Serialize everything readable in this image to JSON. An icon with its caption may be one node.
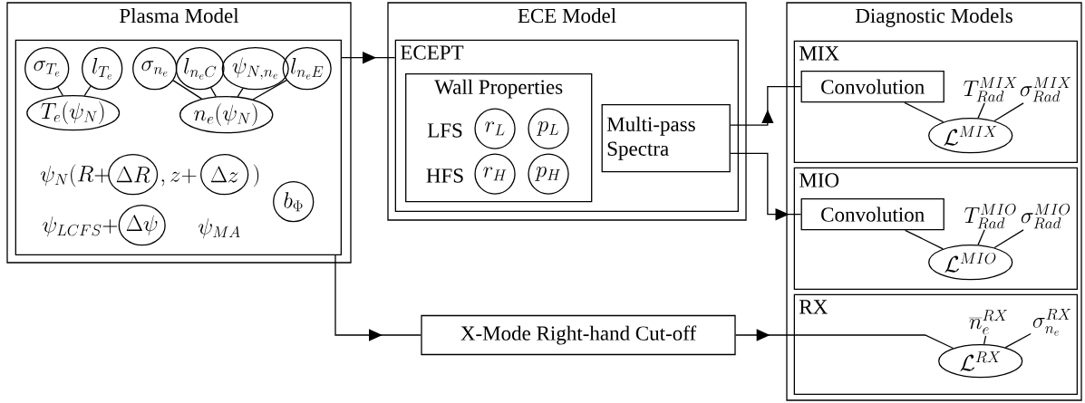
{
  "diagram": {
    "nodes": [
      {
        "text": [
          "Plasma Model"
        ]
      },
      {
        "text": [],
        "shape": "box",
        "in": 0
      },
      {
        "text": [
          "\\sigma_{T_e}"
        ],
        "in": 1
      },
      {
        "text": [
          "l_{T_e}"
        ],
        "in": 1
      },
      {
        "text": [
          "\\sigma_{n_e}"
        ],
        "in": 1
      },
      {
        "text": [
          "l_{n_eC}"
        ],
        "in": 1
      },
      {
        "text": [
          "\\psi_{N,n_e}"
        ],
        "in": 1
      },
      {
        "text": [
          "l_{n_eE}"
        ],
        "in": 1
      },
      {
        "text": [
          "T_e(\\psi_N)"
        ],
        "in": 1
      },
      {
        "text": [
          "n_e(\\psi_N)"
        ],
        "in": 1
      },
      {
        "text": [
          "\\Delta R"
        ],
        "in": 1
      },
      {
        "text": [
          "\\Delta z"
        ],
        "in": 1
      },
      {
        "text": [
          "\\Delta\\psi"
        ],
        "in": 1
      },
      {
        "text": [
          "b_\\Phi"
        ],
        "in": 1
      },
      {
        "text": [
          "ECE Model"
        ]
      },
      {
        "text": [
          "ECEPT"
        ],
        "in": 14
      },
      {
        "text": [
          "Wall Properties"
        ],
        "in": 15
      },
      {
        "text": [
          "r_L"
        ],
        "in": 16
      },
      {
        "text": [
          "p_L"
        ],
        "in": 16
      },
      {
        "text": [
          "r_H"
        ],
        "in": 16
      },
      {
        "text": [
          "p_H"
        ],
        "in": 16
      },
      {
        "text": [
          "Multi-pass Spectra"
        ],
        "in": 15
      },
      {
        "text": [
          "Diagnostic Models"
        ]
      },
      {
        "text": [
          "MIX"
        ],
        "in": 22
      },
      {
        "text": [
          "Convolution"
        ],
        "in": 23
      },
      {
        "text": [
          "T_{Rad}^{MIX}"
        ],
        "in": 23
      },
      {
        "text": [
          "\\sigma_{Rad}^{MIX}"
        ],
        "in": 23
      },
      {
        "text": [
          "\\mathcal{L}^{MIX}"
        ],
        "in": 23
      },
      {
        "text": [
          "MIO"
        ],
        "in": 22
      },
      {
        "text": [
          "Convolution"
        ],
        "in": 28
      },
      {
        "text": [
          "T_{Rad}^{MIO}"
        ],
        "in": 28
      },
      {
        "text": [
          "\\sigma_{Rad}^{MIO}"
        ],
        "in": 28
      },
      {
        "text": [
          "\\mathcal{L}^{MIO}"
        ],
        "in": 28
      },
      {
        "text": [
          "RX"
        ],
        "in": 22
      },
      {
        "text": [
          "\\overline{n}_e^{RX}"
        ],
        "in": 33
      },
      {
        "text": [
          "\\sigma_{n_e}^{RX}"
        ],
        "in": 33
      },
      {
        "text": [
          "\\mathcal{L}^{RX}"
        ],
        "in": 33
      },
      {
        "text": [
          "X-Mode Right-hand Cut-off"
        ]
      }
    ],
    "edges": [
      {
        "from": 1,
        "to": 15,
        "arrow": "to"
      },
      {
        "from": 1,
        "to": 37,
        "arrow": "to"
      },
      {
        "from": 37,
        "to": 36,
        "arrow": "to"
      },
      {
        "from": 21,
        "to": 24,
        "arrow": "to"
      },
      {
        "from": 21,
        "to": 29,
        "arrow": "to"
      },
      {
        "from": 2,
        "to": 8,
        "arrow": "none"
      },
      {
        "from": 3,
        "to": 8,
        "arrow": "none"
      },
      {
        "from": 4,
        "to": 9,
        "arrow": "none"
      },
      {
        "from": 5,
        "to": 9,
        "arrow": "none"
      },
      {
        "from": 6,
        "to": 9,
        "arrow": "none"
      },
      {
        "from": 7,
        "to": 9,
        "arrow": "none"
      },
      {
        "from": 24,
        "to": 27,
        "arrow": "none"
      },
      {
        "from": 25,
        "to": 27,
        "arrow": "none"
      },
      {
        "from": 26,
        "to": 27,
        "arrow": "none"
      },
      {
        "from": 29,
        "to": 32,
        "arrow": "none"
      },
      {
        "from": 30,
        "to": 32,
        "arrow": "none"
      },
      {
        "from": 31,
        "to": 32,
        "arrow": "none"
      },
      {
        "from": 34,
        "to": 36,
        "arrow": "none"
      },
      {
        "from": 35,
        "to": 36,
        "arrow": "none"
      }
    ],
    "labels": [
      "\\psi_N(R+",
      ",z+",
      ")",
      "\\psi_{LCFS}+",
      "\\psi_{MA}",
      "LFS",
      "HFS"
    ]
  }
}
